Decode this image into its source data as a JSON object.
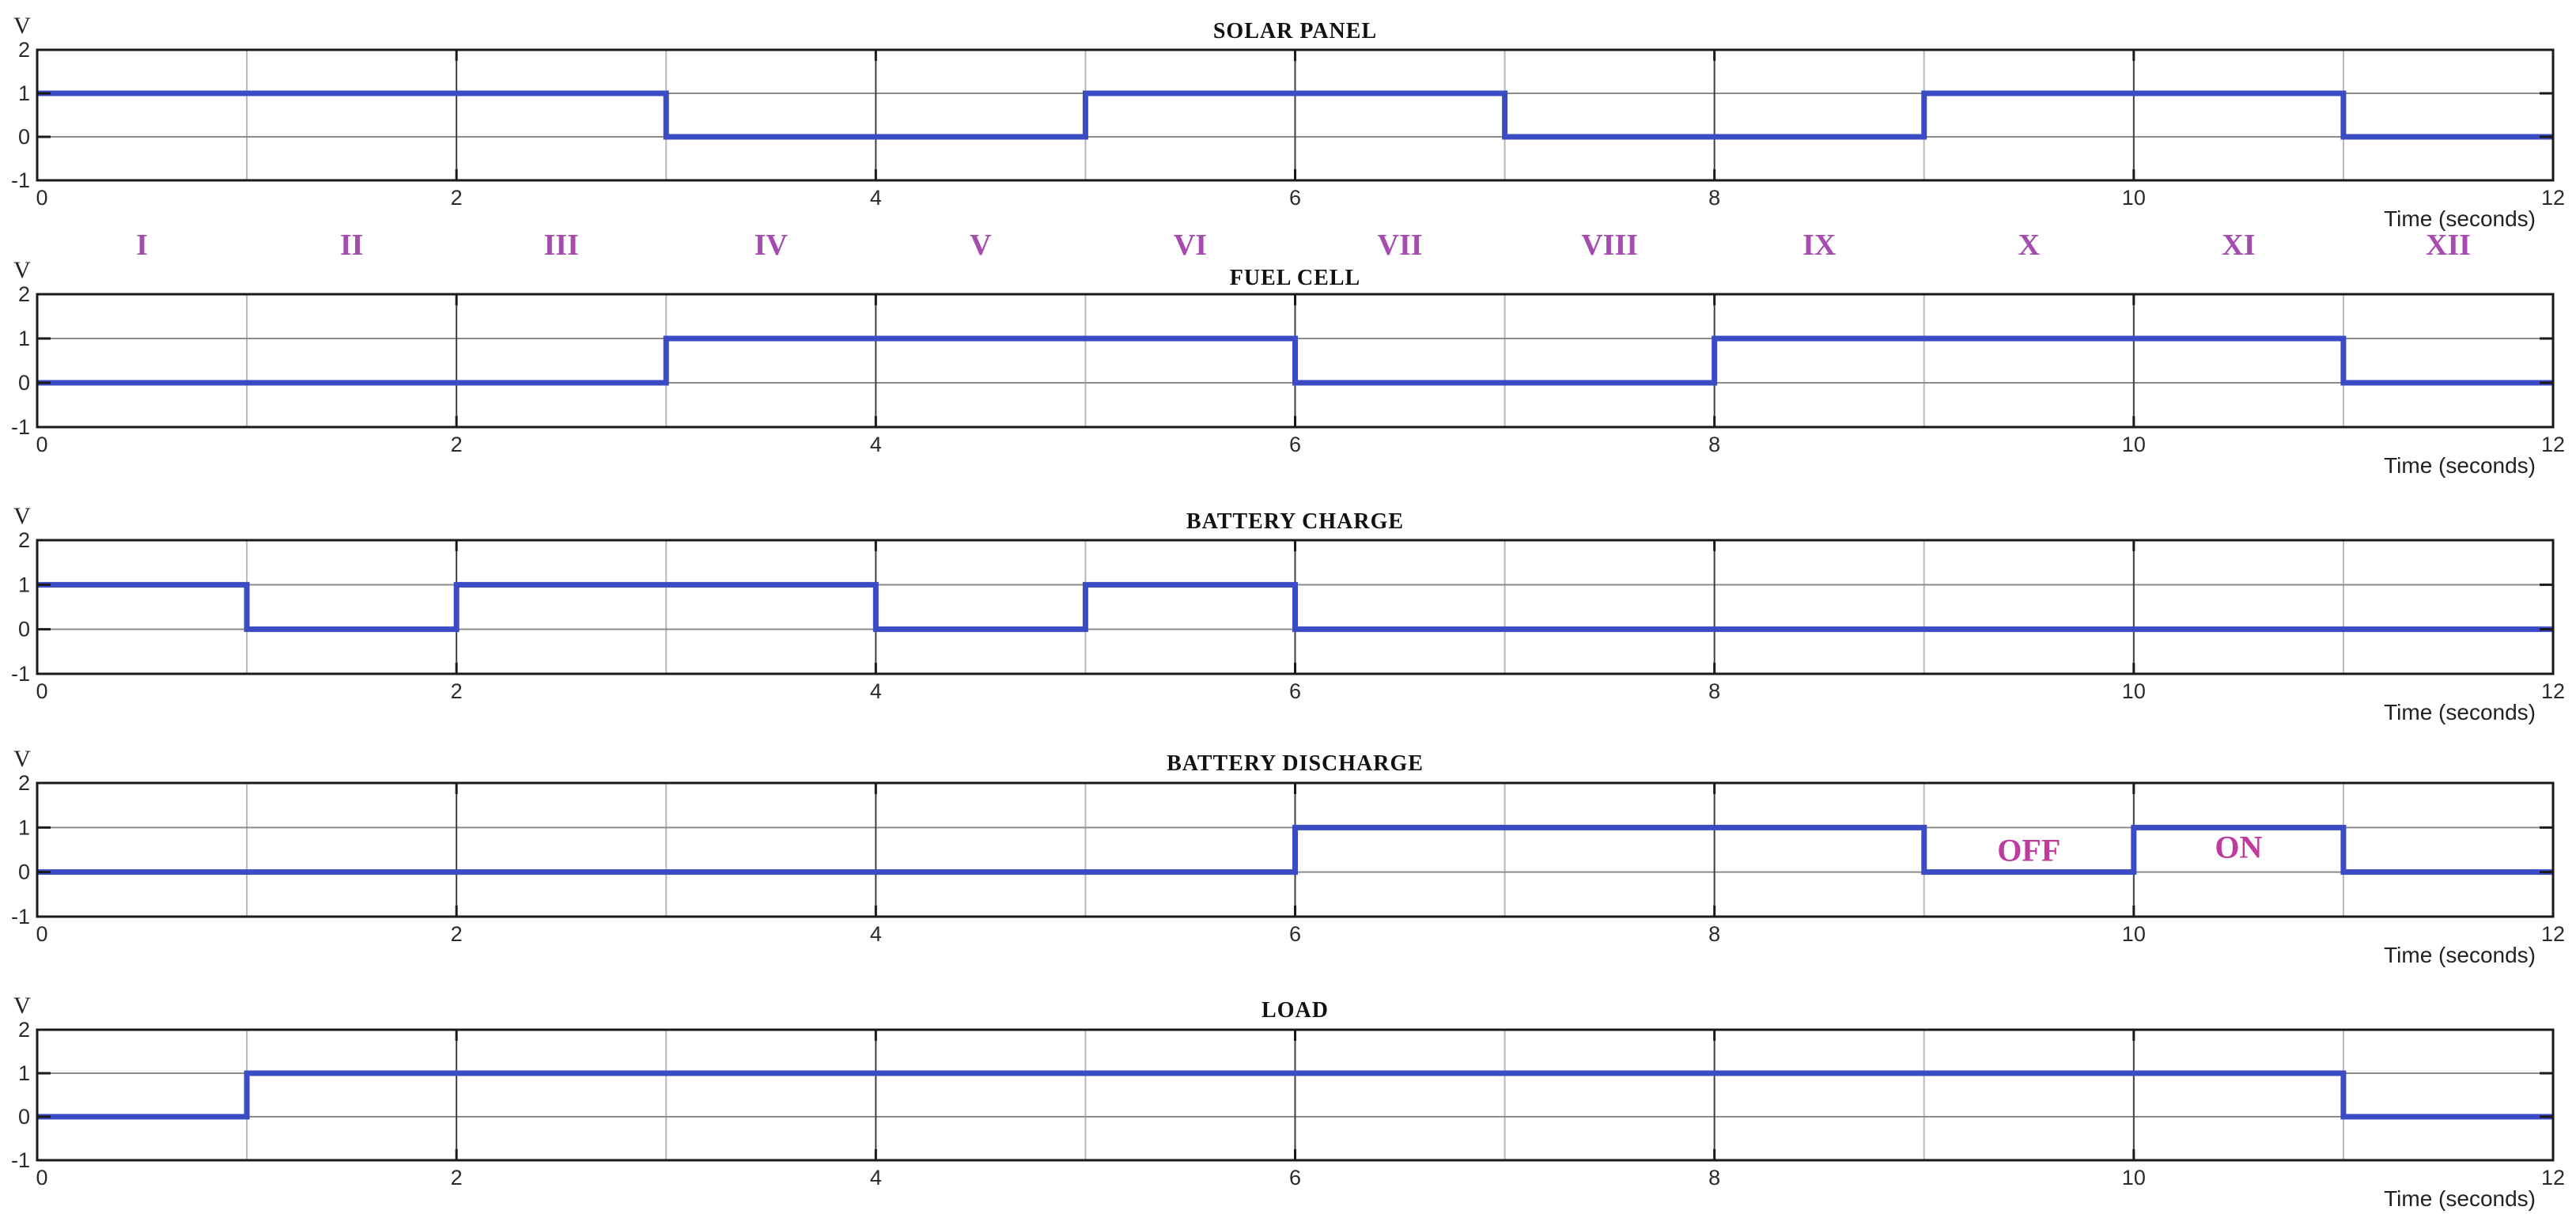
{
  "colors": {
    "signal": "#3B4BC4",
    "numerals": "#A64CB0",
    "annotation": "#C03C9C",
    "grid_minor": "#b8b8b8",
    "grid_major": "#3f3f3f",
    "grid_horizontal": "#8c8c8c",
    "axis_border": "#1a1a1a",
    "tick_label": "#2b2b2b",
    "title": "#111111"
  },
  "interval_numerals": [
    "I",
    "II",
    "III",
    "IV",
    "V",
    "VI",
    "VII",
    "VIII",
    "IX",
    "X",
    "XI",
    "XII"
  ],
  "chart_data": [
    {
      "type": "line",
      "line_style": "step",
      "title": "SOLAR PANEL",
      "xlabel": "Time (seconds)",
      "ylabel": "V",
      "xlim": [
        0,
        12
      ],
      "ylim": [
        -1,
        2
      ],
      "xticks": [
        0,
        2,
        4,
        6,
        8,
        10,
        12
      ],
      "yticks": [
        -1,
        0,
        1,
        2
      ],
      "x_minor_gridlines": [
        1,
        3,
        5,
        7,
        9,
        11
      ],
      "y_gridlines": [
        0,
        1
      ],
      "grid": true,
      "segments": [
        {
          "from": 0,
          "to": 3,
          "value": 1
        },
        {
          "from": 3,
          "to": 5,
          "value": 0
        },
        {
          "from": 5,
          "to": 7,
          "value": 1
        },
        {
          "from": 7,
          "to": 9,
          "value": 0
        },
        {
          "from": 9,
          "to": 11,
          "value": 1
        },
        {
          "from": 11,
          "to": 12,
          "value": 0
        }
      ],
      "annotations": []
    },
    {
      "type": "line",
      "line_style": "step",
      "title": "FUEL CELL",
      "xlabel": "Time (seconds)",
      "ylabel": "V",
      "xlim": [
        0,
        12
      ],
      "ylim": [
        -1,
        2
      ],
      "xticks": [
        0,
        2,
        4,
        6,
        8,
        10,
        12
      ],
      "yticks": [
        -1,
        0,
        1,
        2
      ],
      "x_minor_gridlines": [
        1,
        3,
        5,
        7,
        9,
        11
      ],
      "y_gridlines": [
        0,
        1
      ],
      "grid": true,
      "segments": [
        {
          "from": 0,
          "to": 3,
          "value": 0
        },
        {
          "from": 3,
          "to": 6,
          "value": 1
        },
        {
          "from": 6,
          "to": 8,
          "value": 0
        },
        {
          "from": 8,
          "to": 11,
          "value": 1
        },
        {
          "from": 11,
          "to": 12,
          "value": 0
        }
      ],
      "annotations": []
    },
    {
      "type": "line",
      "line_style": "step",
      "title": "BATTERY CHARGE",
      "xlabel": "Time (seconds)",
      "ylabel": "V",
      "xlim": [
        0,
        12
      ],
      "ylim": [
        -1,
        2
      ],
      "xticks": [
        0,
        2,
        4,
        6,
        8,
        10,
        12
      ],
      "yticks": [
        -1,
        0,
        1,
        2
      ],
      "x_minor_gridlines": [
        1,
        3,
        5,
        7,
        9,
        11
      ],
      "y_gridlines": [
        0,
        1
      ],
      "grid": true,
      "segments": [
        {
          "from": 0,
          "to": 1,
          "value": 1
        },
        {
          "from": 1,
          "to": 2,
          "value": 0
        },
        {
          "from": 2,
          "to": 4,
          "value": 1
        },
        {
          "from": 4,
          "to": 5,
          "value": 0
        },
        {
          "from": 5,
          "to": 6,
          "value": 1
        },
        {
          "from": 6,
          "to": 12,
          "value": 0
        }
      ],
      "annotations": []
    },
    {
      "type": "line",
      "line_style": "step",
      "title": "BATTERY DISCHARGE",
      "xlabel": "Time (seconds)",
      "ylabel": "V",
      "xlim": [
        0,
        12
      ],
      "ylim": [
        -1,
        2
      ],
      "xticks": [
        0,
        2,
        4,
        6,
        8,
        10,
        12
      ],
      "yticks": [
        -1,
        0,
        1,
        2
      ],
      "x_minor_gridlines": [
        1,
        3,
        5,
        7,
        9,
        11
      ],
      "y_gridlines": [
        0,
        1
      ],
      "grid": true,
      "segments": [
        {
          "from": 0,
          "to": 6,
          "value": 0
        },
        {
          "from": 6,
          "to": 9,
          "value": 1
        },
        {
          "from": 9,
          "to": 10,
          "value": 0
        },
        {
          "from": 10,
          "to": 11,
          "value": 1
        },
        {
          "from": 11,
          "to": 12,
          "value": 0
        }
      ],
      "annotations": [
        {
          "text": "OFF",
          "x": 9.5,
          "y": 0.25
        },
        {
          "text": "ON",
          "x": 10.5,
          "y": 0.32
        }
      ]
    },
    {
      "type": "line",
      "line_style": "step",
      "title": "LOAD",
      "xlabel": "Time (seconds)",
      "ylabel": "V",
      "xlim": [
        0,
        12
      ],
      "ylim": [
        -1,
        2
      ],
      "xticks": [
        0,
        2,
        4,
        6,
        8,
        10,
        12
      ],
      "yticks": [
        -1,
        0,
        1,
        2
      ],
      "x_minor_gridlines": [
        1,
        3,
        5,
        7,
        9,
        11
      ],
      "y_gridlines": [
        0,
        1
      ],
      "grid": true,
      "segments": [
        {
          "from": 0,
          "to": 1,
          "value": 0
        },
        {
          "from": 1,
          "to": 11,
          "value": 1
        },
        {
          "from": 11,
          "to": 12,
          "value": 0
        }
      ],
      "annotations": []
    }
  ]
}
